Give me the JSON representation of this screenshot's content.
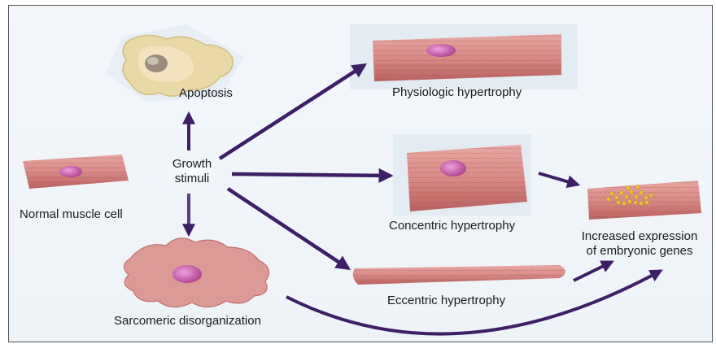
{
  "labels": {
    "growth_line1": "Growth",
    "growth_line2": "stimuli",
    "normal": "Normal muscle cell",
    "apoptosis": "Apoptosis",
    "physiologic": "Physiologic hypertrophy",
    "concentric": "Concentric  hypertrophy",
    "eccentric": "Eccentric  hypertrophy",
    "sarcomeric": "Sarcomeric disorganization",
    "increased_line1": "Increased expression",
    "increased_line2": "of embryonic genes"
  },
  "colors": {
    "arrow": "#3c1f66",
    "cell": "#d98a86",
    "cell_dark": "#b4605e",
    "nucleus": "#c24fa0",
    "granules": "#e8c23a"
  }
}
